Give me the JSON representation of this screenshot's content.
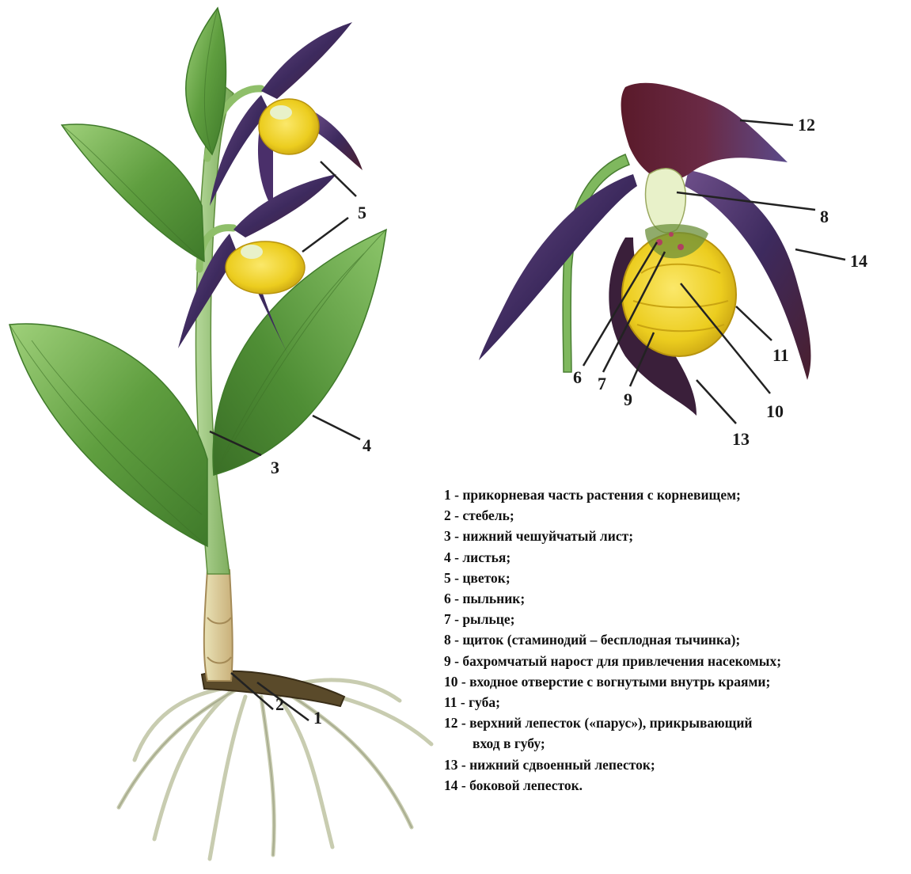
{
  "callouts": {
    "n1": "1",
    "n2": "2",
    "n3": "3",
    "n4": "4",
    "n5": "5",
    "n6": "6",
    "n7": "7",
    "n8": "8",
    "n9": "9",
    "n10": "10",
    "n11": "11",
    "n12": "12",
    "n13": "13",
    "n14": "14"
  },
  "legend": {
    "items": [
      "1 - прикорневая часть растения с корневищем;",
      "2 - стебель;",
      "3 - нижний чешуйчатый лист;",
      "4 - листья;",
      "5 - цветок;",
      "6 - пыльник;",
      "7 - рыльце;",
      "8 - щиток (стаминодий – бесплодная тычинка);",
      "9 - бахромчатый нарост для привлечения насекомых;",
      "10 - входное отверстие с вогнутыми внутрь краями;",
      "11 - губа;",
      "12 - верхний лепесток («парус»), прикрывающий",
      "вход в губу;",
      "13 - нижний сдвоенный лепесток;",
      "14 - боковой лепесток."
    ]
  },
  "colors": {
    "leaf": "#5f9e3f",
    "leaf_light": "#8cc56a",
    "stem": "#8fbf6a",
    "petal": "#3d2a5e",
    "petal_dark": "#4a1f2e",
    "lip": "#f0d22a",
    "root": "#cfd3b8",
    "rhizome": "#5a4a2a"
  }
}
